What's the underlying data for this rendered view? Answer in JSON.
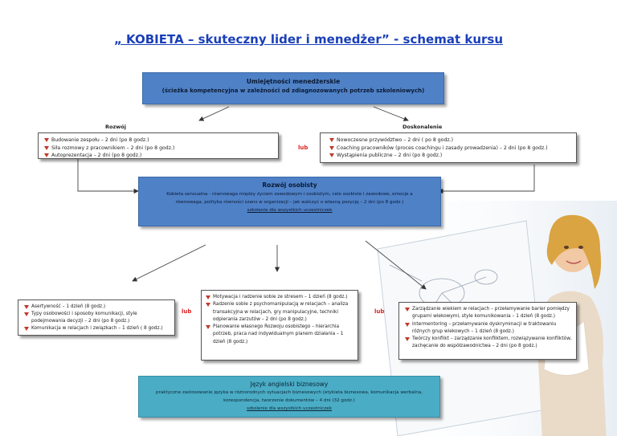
{
  "title": "„ KOBIETA – skuteczny lider i menedżer” - schemat kursu",
  "top_box": {
    "title": "Umiejętności menedżerskie",
    "subtitle": "(ścieżka kompetencyjna w zależności od zdiagnozowanych potrzeb szkoleniowych)"
  },
  "labels": {
    "rozwoj": "Rozwój",
    "doskonalenie": "Doskonalenie",
    "lub": "lub"
  },
  "left_box_items": [
    "Budowanie zespołu – 2 dni (po 8 godz.)",
    "Siła rozmowy z pracownikiem – 2 dni (po 8 godz.)",
    "Autoprezentacja – 2 dni  (po 8 godz.)"
  ],
  "right_box_items": [
    "Nowoczesne przywództwo – 2 dni  ( po  8 godz.)",
    "Coaching pracowników (proces coachingu i zasady prowadzenia) – 2 dni (po  8 godz.)",
    "Wystąpienia publiczne – 2 dni  (po 8 godz.)"
  ],
  "middle_box": {
    "title": "Rozwój osobisty",
    "line1": "Kobieta sensualna - równowaga między życiem zawodowym i osobistym, cele osobiste i zawodowe, emocje a",
    "line2": "równowaga, polityka równości szans w organizacji – jak walczyć o własną pozycję – 2 dni (po 8 godz.)",
    "note": "szkolenie dla wszystkich uczestniczek"
  },
  "bottom_left_items": [
    "Asertywność – 1 dzień (8 godz.)",
    "Typy osobowości i sposoby komunikacji, style podejmowania decyzji – 2 dni  (po 8 godz.)",
    "Komunikacja w relacjach i związkach – 1 dzień ( 8 godz.)"
  ],
  "bottom_center_items": [
    "Motywacja i radzenie sobie ze stresem – 1 dzień (8 godz.)",
    "Radzenie sobie z psychomanipulacją w relacjach – analiza transakcyjna w relacjach, gry manipulacyjne, techniki odpierania zarzutów – 2 dni (po  8 godz.)",
    "Planowanie własnego Rozwoju osobistego – hierarchia potrzeb, praca nad indywidualnym planem działania – 1 dzień  (8 godz.)"
  ],
  "bottom_right_items": [
    "Zarządzanie wiekiem w relacjach – przełamywanie barier pomiędzy grupami wiekowymi, style komunikowania – 1 dzień (8 godz.)",
    "Intermentoring – przełamywanie dyskryminacji w traktowaniu różnych grup wiekowych – 1 dzień (8 godz.)",
    "Twórczy konflikt – zarządzanie konfliktem, rozwiązywanie konfliktów, zachęcanie do współzawodnictwa – 2 dni (po  8 godz.)"
  ],
  "bottom_box": {
    "title": "Język angielski biznesowy",
    "line1": "praktyczne zastosowanie języka w różnorodnych sytuacjach biznesowych (etykieta biznesowa, komunikacja werbalna,",
    "line2": "korespondencja, tworzenie dokumentów – 4 dni (32  godz.)",
    "note": "szkolenie dla wszystkich uczestniczek"
  },
  "colors": {
    "blue_box": "#4f81c7",
    "teal_box": "#4bacc6",
    "title": "#1a3fb8",
    "lub": "#dd2222",
    "bullet": "#c0392b"
  }
}
